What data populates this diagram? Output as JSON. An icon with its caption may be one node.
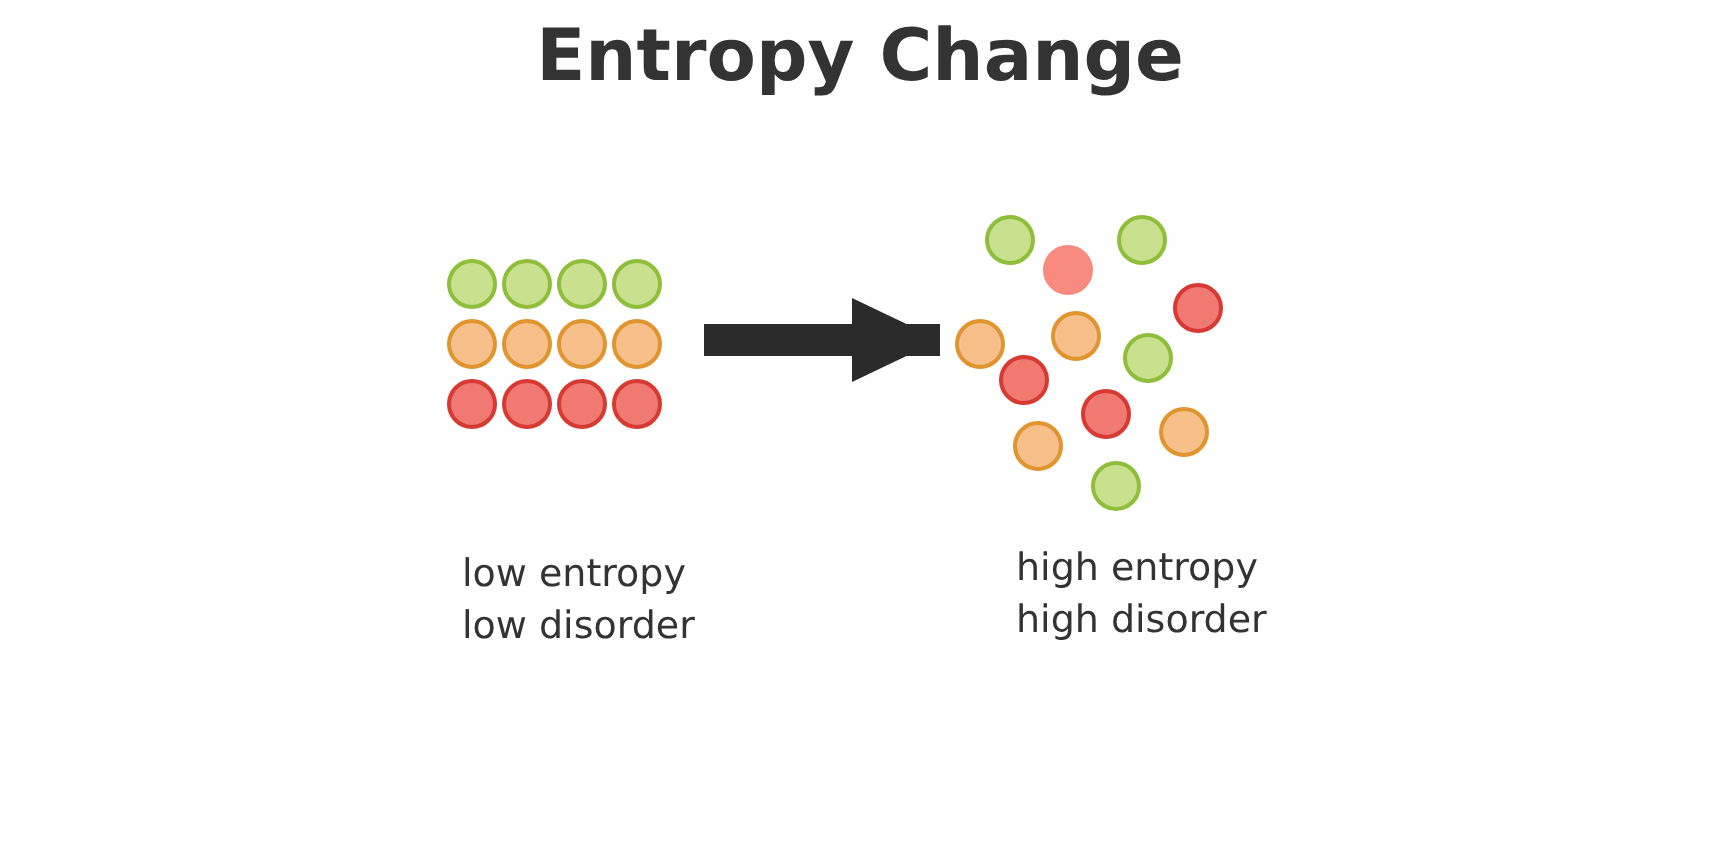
{
  "diagram": {
    "title": "Entropy Change",
    "nodes": [
      {
        "text": [],
        "shape": "picture",
        "beside": [
          "low entropy low disorder"
        ]
      },
      {
        "text": [],
        "shape": "picture",
        "beside": [
          "high entropy high disorder"
        ]
      }
    ],
    "edges": [
      {
        "from": 0,
        "to": 1,
        "arrow": "to"
      }
    ]
  }
}
